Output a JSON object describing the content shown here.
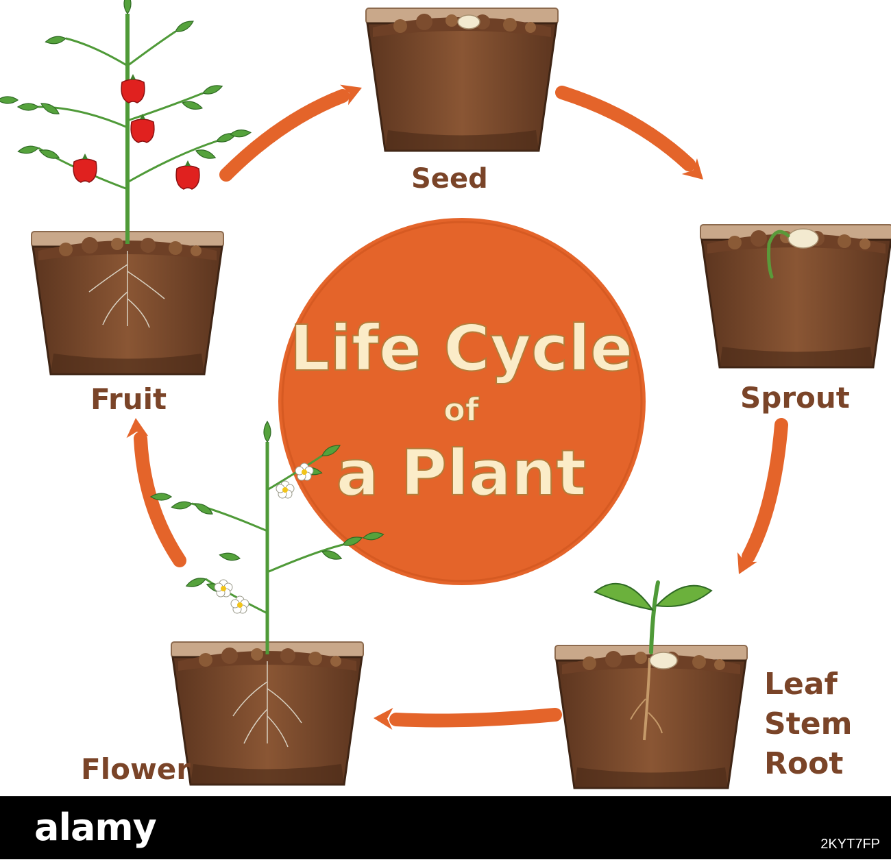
{
  "title": {
    "line1": "Life Cycle",
    "line2": "of",
    "line3": "a Plant"
  },
  "stages": {
    "seed": "Seed",
    "sprout": "Sprout",
    "leaf_stem_root": [
      "Leaf",
      "Stem",
      "Root"
    ],
    "flower": "Flower",
    "fruit": "Fruit"
  },
  "footer": {
    "logo": "alamy",
    "image_id": "2KYT7FP"
  },
  "colors": {
    "accent": "#e4642a",
    "label": "#7a4428",
    "title_fill": "#fbecc8",
    "soil": "#6e4026",
    "pot": "#7b4a2c",
    "leaf": "#4f9a38",
    "fruit": "#e0211f"
  }
}
